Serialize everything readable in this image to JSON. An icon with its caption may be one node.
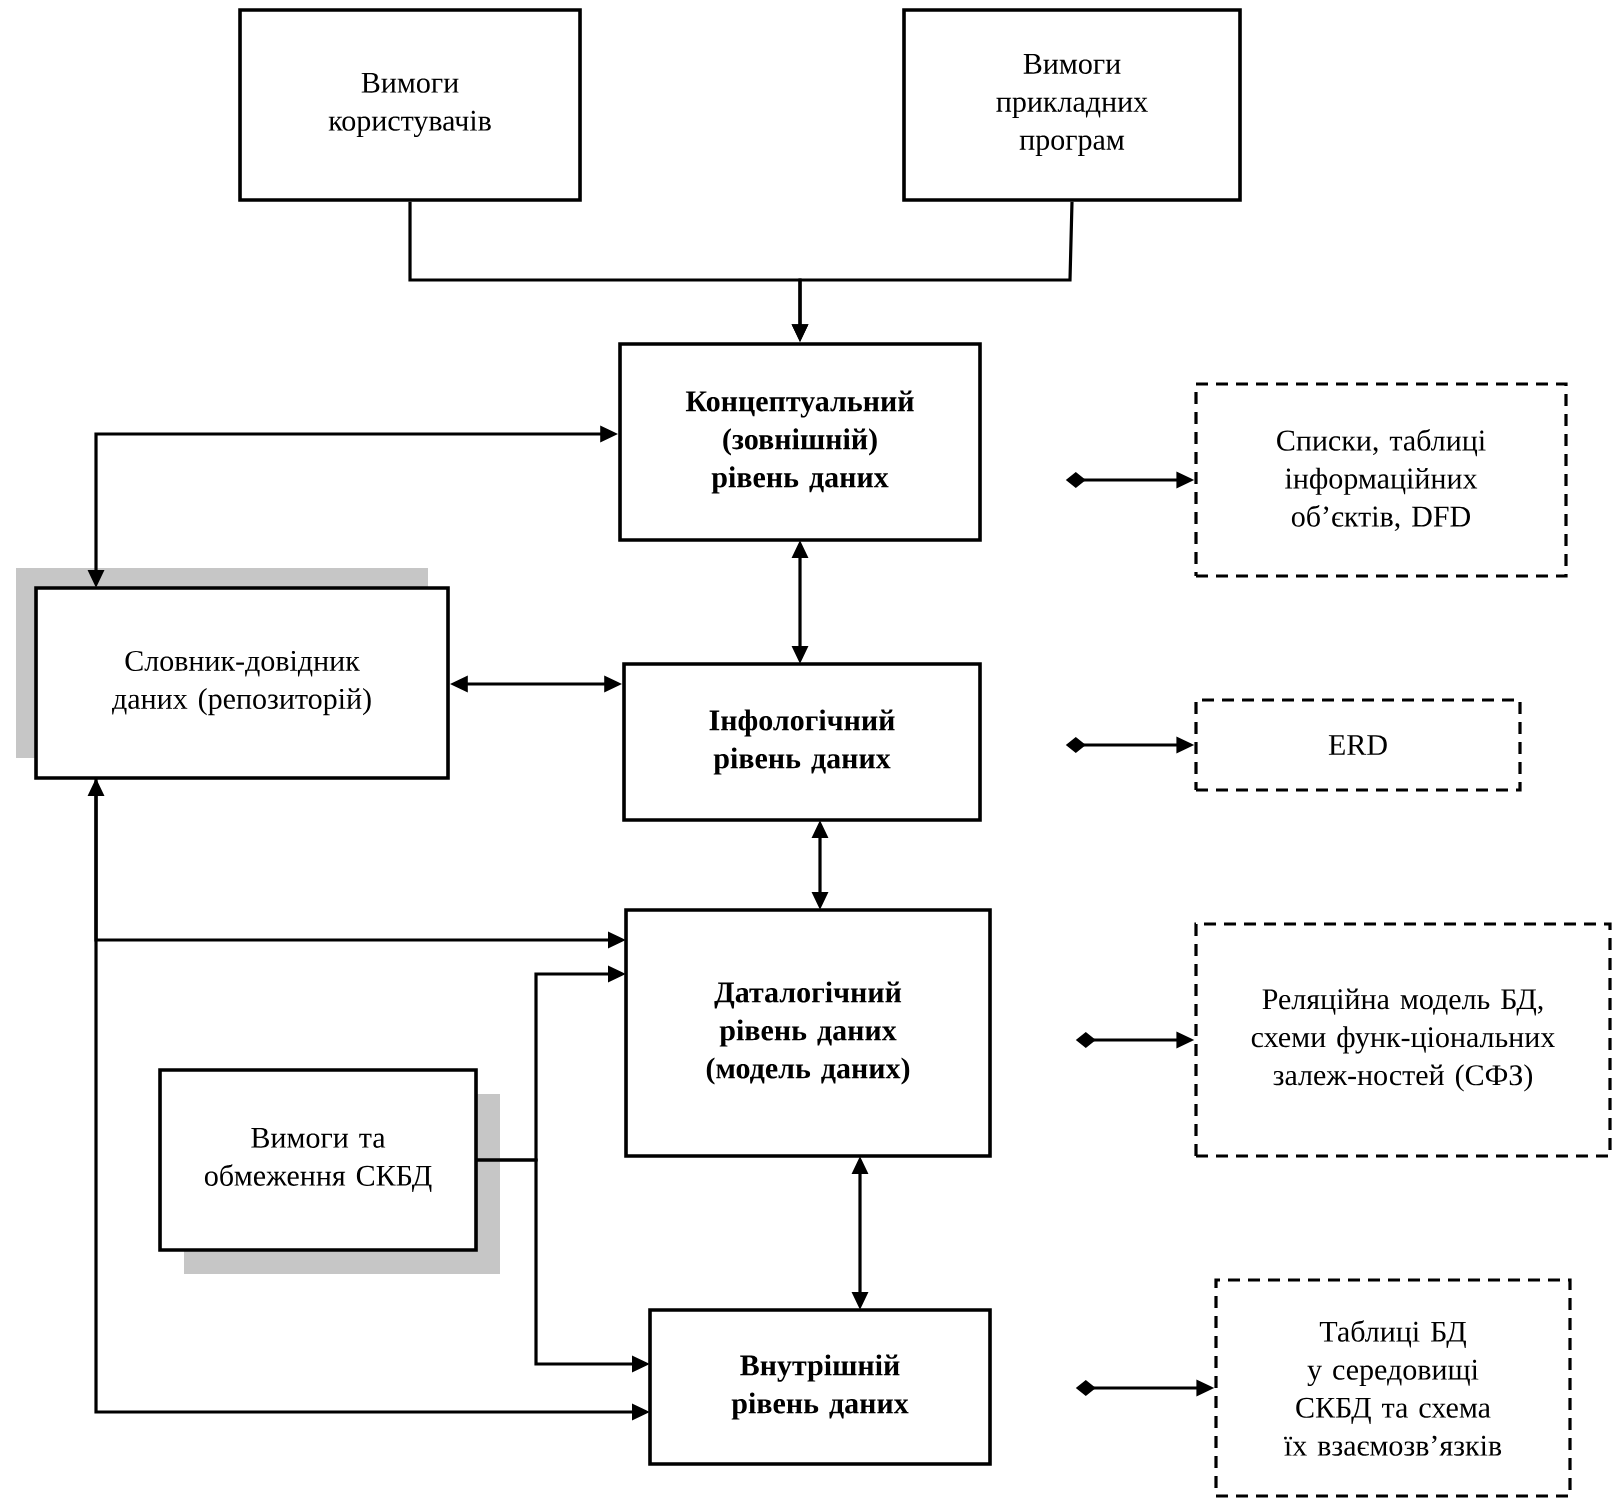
{
  "diagram": {
    "nodes": [
      {
        "text": [
          "Вимоги користувачів"
        ]
      },
      {
        "text": [
          "Вимоги прикладних програм"
        ]
      },
      {
        "text": [
          "Концептуальний (зовнішній) рівень даних"
        ]
      },
      {
        "text": [
          "Списки, таблиці інформаційних об’єктів, DFD"
        ]
      },
      {
        "text": [
          "Словник-довідник даних (репозиторій)"
        ]
      },
      {
        "text": [
          "Інфологічний рівень даних"
        ]
      },
      {
        "text": [
          "ERD"
        ]
      },
      {
        "text": [
          "Даталогічний рівень даних (модель даних)"
        ]
      },
      {
        "text": [
          "Реляційна модель БД, схеми функ-ціональних залеж-ностей (СФЗ)"
        ]
      },
      {
        "text": [
          "Вимоги та обмеження СКБД"
        ]
      },
      {
        "text": [
          "Внутрішній рівень даних"
        ]
      },
      {
        "text": [
          "Таблиці БД у середовищі СКБД та схема їх взаємозв’язків"
        ]
      }
    ],
    "edges": [
      {
        "from": 0,
        "to": 2,
        "arrow": "to"
      },
      {
        "from": 1,
        "to": 2,
        "arrow": "to"
      },
      {
        "from": 2,
        "to": 4,
        "arrow": "both"
      },
      {
        "from": 2,
        "to": 3,
        "arrow": "to"
      },
      {
        "from": 4,
        "to": 5,
        "arrow": "both"
      },
      {
        "from": 2,
        "to": 5,
        "arrow": "both"
      },
      {
        "from": 5,
        "to": 6,
        "arrow": "to"
      },
      {
        "from": 5,
        "to": 7,
        "arrow": "both"
      },
      {
        "from": 4,
        "to": 7,
        "arrow": "both"
      },
      {
        "from": 9,
        "to": 7,
        "arrow": "to"
      },
      {
        "from": 7,
        "to": 8,
        "arrow": "to"
      },
      {
        "from": 7,
        "to": 10,
        "arrow": "both"
      },
      {
        "from": 9,
        "to": 10,
        "arrow": "to"
      },
      {
        "from": 4,
        "to": 10,
        "arrow": "to"
      },
      {
        "from": 10,
        "to": 11,
        "arrow": "to"
      }
    ]
  }
}
